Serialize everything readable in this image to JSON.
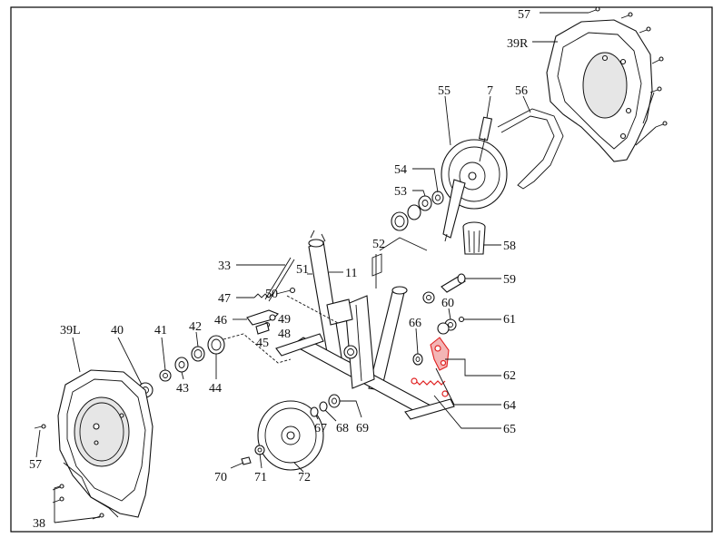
{
  "callouts": [
    {
      "id": "57a",
      "text": "57"
    },
    {
      "id": "39R",
      "text": "39R"
    },
    {
      "id": "55",
      "text": "55"
    },
    {
      "id": "7",
      "text": "7"
    },
    {
      "id": "56",
      "text": "56"
    },
    {
      "id": "54",
      "text": "54"
    },
    {
      "id": "53",
      "text": "53"
    },
    {
      "id": "52",
      "text": "52"
    },
    {
      "id": "58",
      "text": "58"
    },
    {
      "id": "33",
      "text": "33"
    },
    {
      "id": "51",
      "text": "51"
    },
    {
      "id": "11",
      "text": "11"
    },
    {
      "id": "59",
      "text": "59"
    },
    {
      "id": "47",
      "text": "47"
    },
    {
      "id": "50",
      "text": "50"
    },
    {
      "id": "60",
      "text": "60"
    },
    {
      "id": "46",
      "text": "46"
    },
    {
      "id": "49",
      "text": "49"
    },
    {
      "id": "48",
      "text": "48"
    },
    {
      "id": "66",
      "text": "66"
    },
    {
      "id": "61",
      "text": "61"
    },
    {
      "id": "39L",
      "text": "39L"
    },
    {
      "id": "40",
      "text": "40"
    },
    {
      "id": "41",
      "text": "41"
    },
    {
      "id": "42",
      "text": "42"
    },
    {
      "id": "45",
      "text": "45"
    },
    {
      "id": "43",
      "text": "43"
    },
    {
      "id": "44",
      "text": "44"
    },
    {
      "id": "62",
      "text": "62"
    },
    {
      "id": "64",
      "text": "64"
    },
    {
      "id": "67",
      "text": "67"
    },
    {
      "id": "68",
      "text": "68"
    },
    {
      "id": "69",
      "text": "69"
    },
    {
      "id": "65",
      "text": "65"
    },
    {
      "id": "57b",
      "text": "57"
    },
    {
      "id": "70",
      "text": "70"
    },
    {
      "id": "71",
      "text": "71"
    },
    {
      "id": "72",
      "text": "72"
    },
    {
      "id": "38",
      "text": "38"
    }
  ],
  "colors": {
    "line": "#111111",
    "highlight": "#e02020",
    "background": "#ffffff"
  }
}
